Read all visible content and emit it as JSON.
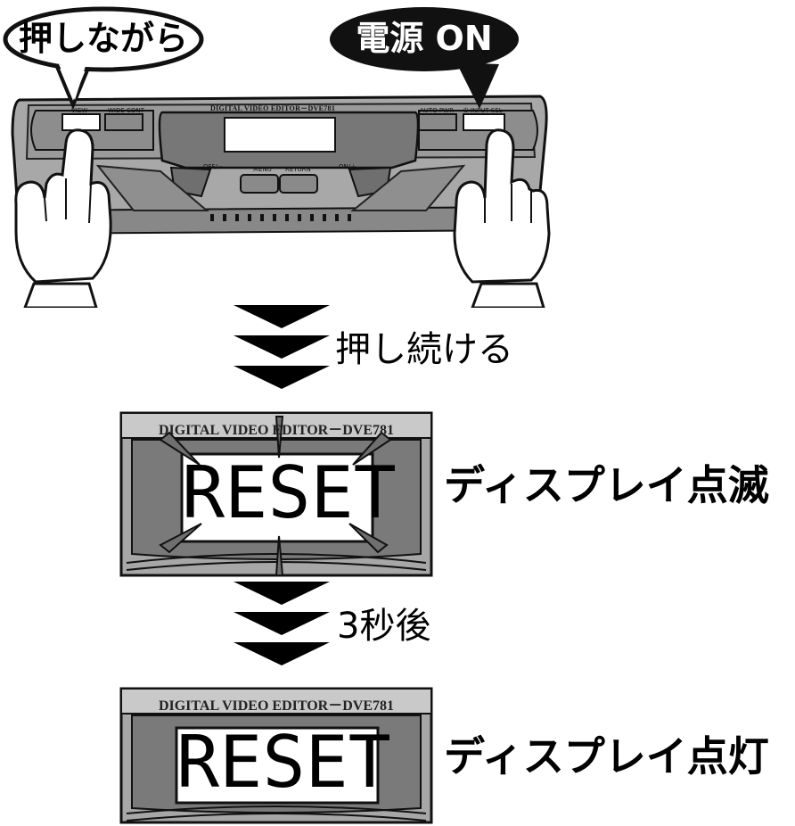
{
  "callouts": {
    "hold_label": "押しながら",
    "power_label": "電源 ON"
  },
  "device": {
    "brand_label": "DIGITAL VIDEO EDITOR－DVE781",
    "buttons": {
      "view": "VIEW",
      "wide_cont": "WIDE CONT",
      "auto_pwr": "AUTO PWR",
      "input_sel": "⏻ INPUT SEL",
      "off": "OFF/－",
      "menu": "MENU",
      "return": "RETURN",
      "on": "ON/＋"
    }
  },
  "steps": {
    "keep_pressing": "押し続ける",
    "after_3_seconds": "3秒後"
  },
  "displays": {
    "blinking": {
      "brand": "DIGITAL VIDEO EDITOR－DVE781",
      "lcd": "RESET",
      "caption": "ディスプレイ点滅"
    },
    "lit": {
      "brand": "DIGITAL VIDEO EDITOR－DVE781",
      "lcd": "RESET",
      "caption": "ディスプレイ点灯"
    }
  },
  "colors": {
    "panel_gray": "#a7a7a7",
    "panel_dark": "#6f6f6f",
    "lcd_face": "#ffffff",
    "callout_dark": "#111111",
    "arrow": "#000000"
  }
}
